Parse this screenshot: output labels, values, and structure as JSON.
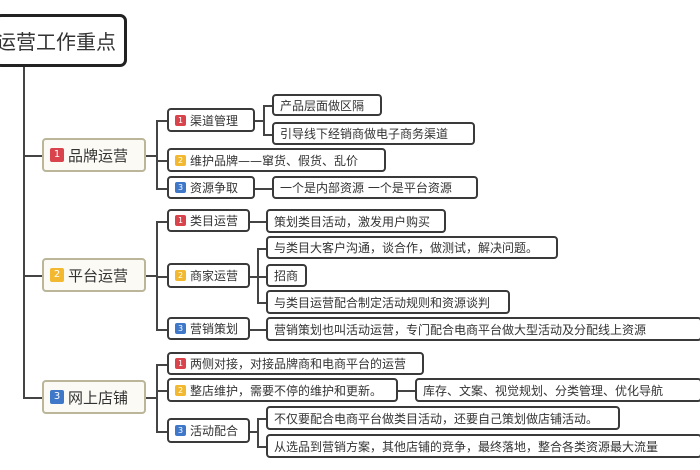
{
  "root": "运营工作重点",
  "colors": {
    "red": "#d9434b",
    "yellow": "#f2b930",
    "blue": "#3f78c8"
  },
  "branches": [
    {
      "num": "1",
      "label": "品牌运营",
      "children": [
        {
          "num": "1",
          "label": "渠道管理",
          "leaves": [
            "产品层面做区隔",
            "引导线下经销商做电子商务渠道"
          ]
        },
        {
          "num": "2",
          "label": "维护品牌——窜货、假货、乱价"
        },
        {
          "num": "3",
          "label": "资源争取",
          "leaves": [
            "一个是内部资源 一个是平台资源"
          ]
        }
      ]
    },
    {
      "num": "2",
      "label": "平台运营",
      "children": [
        {
          "num": "1",
          "label": "类目运营",
          "leaves": [
            "策划类目活动，激发用户购买"
          ]
        },
        {
          "num": "2",
          "label": "商家运营",
          "leaves": [
            "与类目大客户沟通，谈合作，做测试，解决问题。",
            "招商",
            "与类目运营配合制定活动规则和资源谈判"
          ]
        },
        {
          "num": "3",
          "label": "营销策划",
          "leaves": [
            "营销策划也叫活动运营，专门配合电商平台做大型活动及分配线上资源"
          ]
        }
      ]
    },
    {
      "num": "3",
      "label": "网上店铺",
      "children": [
        {
          "num": "1",
          "label": "两侧对接，对接品牌商和电商平台的运营"
        },
        {
          "num": "2",
          "label": "整店维护，需要不停的维护和更新。",
          "leaves": [
            "库存、文案、视觉规划、分类管理、优化导航"
          ]
        },
        {
          "num": "3",
          "label": "活动配合",
          "leaves": [
            "不仅要配合电商平台做类目活动，还要自己策划做店铺活动。",
            "从选品到营销方案，其他店铺的竞争，最终落地，整合各类资源最大流量"
          ]
        }
      ]
    }
  ]
}
